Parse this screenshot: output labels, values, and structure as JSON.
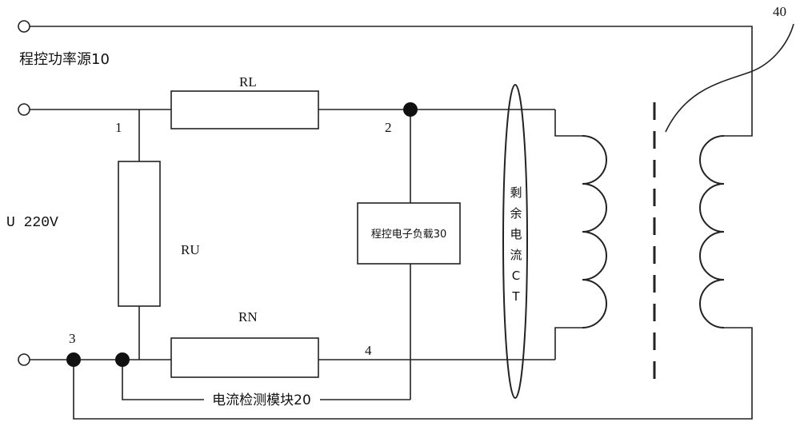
{
  "source": {
    "label": "程控功率源10",
    "voltage_label": "U 220V"
  },
  "resistors": {
    "rl": "RL",
    "ru": "RU",
    "rn": "RN"
  },
  "nodes": {
    "n1": "1",
    "n2": "2",
    "n3": "3",
    "n4": "4"
  },
  "load": {
    "label": "程控电子负载30"
  },
  "detector": {
    "label": "电流检测模块20"
  },
  "ct": {
    "chars": [
      "剩",
      "余",
      "电",
      "流",
      "C",
      "T"
    ]
  },
  "transformer": {
    "label": "40"
  }
}
